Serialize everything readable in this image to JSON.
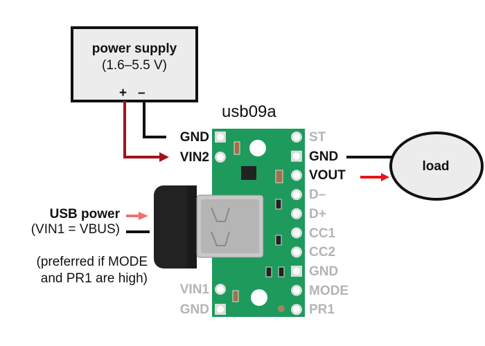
{
  "power_supply": {
    "title": "power supply",
    "range": "(1.6–5.5 V)",
    "plus": "+",
    "minus": "–"
  },
  "board": {
    "name": "usb09a",
    "left_pins_top": [
      {
        "label": "GND",
        "active": true
      },
      {
        "label": "VIN2",
        "active": true
      }
    ],
    "left_pins_bottom": [
      {
        "label": "VIN1",
        "active": false
      },
      {
        "label": "GND",
        "active": false
      }
    ],
    "right_pins": [
      {
        "label": "ST",
        "active": false
      },
      {
        "label": "GND",
        "active": true
      },
      {
        "label": "VOUT",
        "active": true
      },
      {
        "label": "D–",
        "active": false
      },
      {
        "label": "D+",
        "active": false
      },
      {
        "label": "CC1",
        "active": false
      },
      {
        "label": "CC2",
        "active": false
      },
      {
        "label": "GND",
        "active": false
      },
      {
        "label": "MODE",
        "active": false
      },
      {
        "label": "PR1",
        "active": false
      }
    ]
  },
  "usb": {
    "title": "USB power",
    "subtitle": "(VIN1 = VBUS)",
    "note_line1": "(preferred if MODE",
    "note_line2": "and PR1 are high)"
  },
  "load": {
    "label": "load"
  },
  "colors": {
    "wire_positive": "#a3121a",
    "wire_output": "#e8141a",
    "wire_usb": "#f07070",
    "wire_ground": "#111111",
    "pcb": "#1e9a5c",
    "inactive_text": "#b4b4b4",
    "box_fill": "#ececec"
  }
}
